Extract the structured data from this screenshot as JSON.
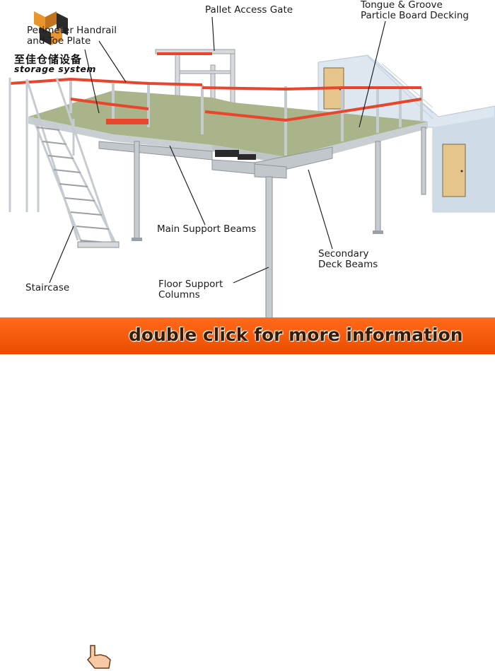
{
  "logo": {
    "name_cn": "至佳仓储设备",
    "name_en": "storage system",
    "colors": {
      "orange": "#e8952c",
      "dark": "#2b2b2b"
    }
  },
  "labels": {
    "handrail_line1": "Perimeter Handrail",
    "handrail_line2": "and Toe Plate",
    "pallet_gate": "Pallet Access Gate",
    "decking_line1": "Tongue & Groove",
    "decking_line2": "Particle Board Decking",
    "main_beams": "Main Support Beams",
    "secondary_line1": "Secondary",
    "secondary_line2": "Deck Beams",
    "columns_line1": "Floor Support",
    "columns_line2": "Columns",
    "staircase": "Staircase"
  },
  "banner": {
    "text": "double click for more information",
    "icon": "hand-pointer-icon",
    "background": "#f05a0a"
  },
  "colors": {
    "deck": "#a9b48a",
    "rail": "#e8452c",
    "steel": "#c9ced3",
    "wall": "#d9e4ee",
    "door": "#e6c58a"
  }
}
